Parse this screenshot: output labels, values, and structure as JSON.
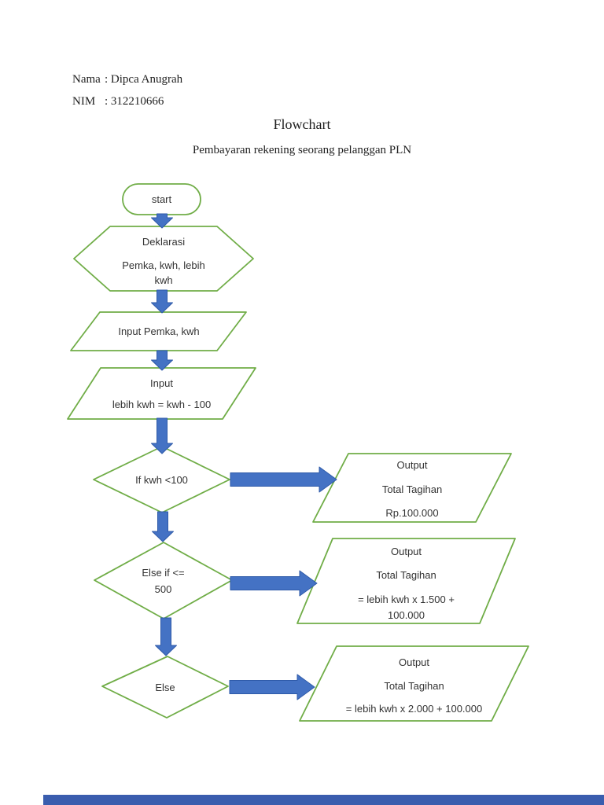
{
  "header": {
    "nama_label": "Nama",
    "nama_value": ": Dipca Anugrah",
    "nim_label": "NIM",
    "nim_value": ": 312210666"
  },
  "title": "Flowchart",
  "subtitle": "Pembayaran rekening seorang pelanggan PLN",
  "colors": {
    "shape_outline": "#70AD47",
    "arrow_fill": "#4472C4",
    "arrow_edge": "#2E5AA8",
    "text": "#333333",
    "bottom_bar": "#3A5DAE"
  },
  "flowchart": {
    "start": {
      "label": "start"
    },
    "declaration": {
      "line1": "Deklarasi",
      "line2": "Pemka, kwh, lebih",
      "line3": "kwh"
    },
    "input1": {
      "line1": "Input Pemka, kwh"
    },
    "input2": {
      "line1": "Input",
      "line2": "lebih kwh = kwh - 100"
    },
    "decision1": {
      "line1": "If kwh <100"
    },
    "decision2": {
      "line1": "Else if <=",
      "line2": "500"
    },
    "decision3": {
      "line1": "Else"
    },
    "output1": {
      "line1": "Output",
      "line2": "Total Tagihan",
      "line3": "Rp.100.000"
    },
    "output2": {
      "line1": "Output",
      "line2": "Total Tagihan",
      "line3": "= lebih kwh x 1.500 +",
      "line4": "100.000"
    },
    "output3": {
      "line1": "Output",
      "line2": "Total Tagihan",
      "line3": "= lebih kwh x 2.000 + 100.000"
    }
  }
}
